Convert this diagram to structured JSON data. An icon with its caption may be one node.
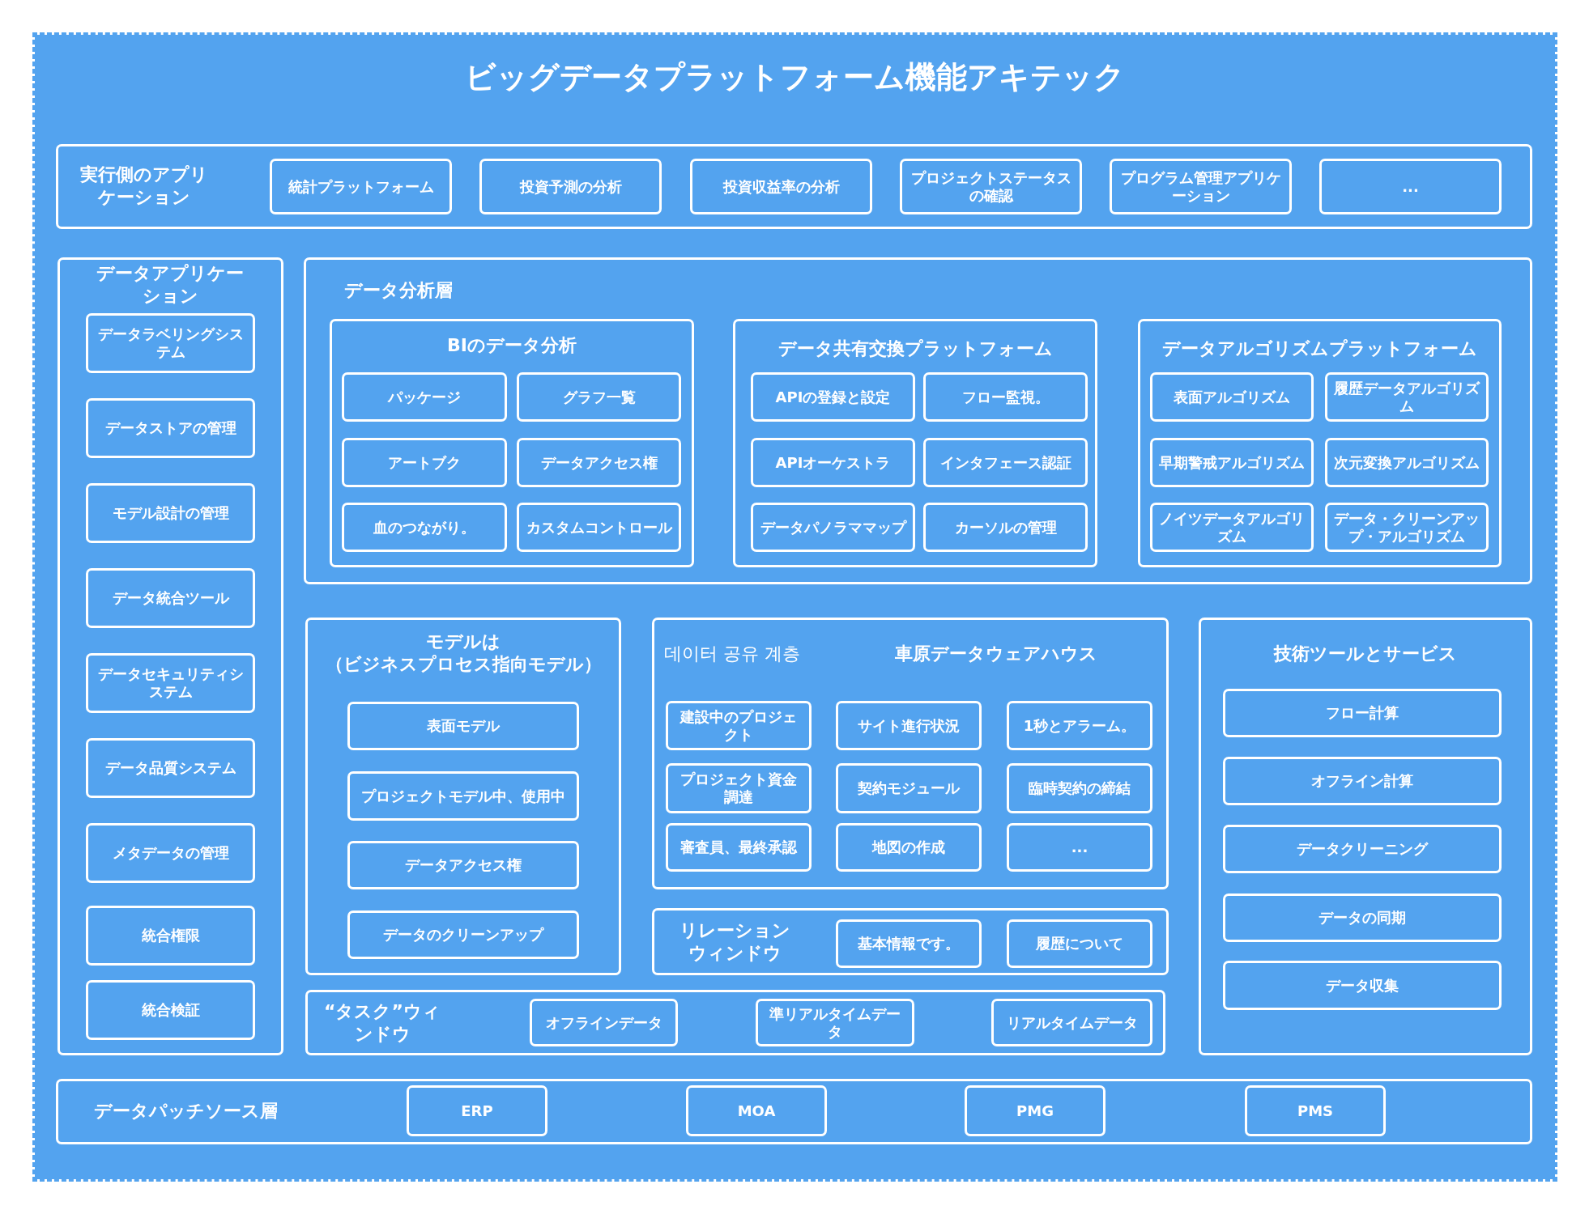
{
  "diagram": {
    "title": "ビッグデータプラットフォーム機能アキテック",
    "nodes": [
      {
        "text": [
          "実行側のアプリケーション"
        ]
      },
      {
        "text": [
          "統計プラットフォーム"
        ],
        "in": 0
      },
      {
        "text": [
          "投資予測の分析"
        ],
        "in": 0
      },
      {
        "text": [
          "投資収益率の分析"
        ],
        "in": 0
      },
      {
        "text": [
          "プロジェクトステータスの確認"
        ],
        "in": 0
      },
      {
        "text": [
          "プログラム管理アプリケーション"
        ],
        "in": 0
      },
      {
        "text": [
          "..."
        ],
        "in": 0
      },
      {
        "text": [
          "データアプリケーション"
        ]
      },
      {
        "text": [
          "データラベリングシステム"
        ],
        "in": 7
      },
      {
        "text": [
          "データストアの管理"
        ],
        "in": 7
      },
      {
        "text": [
          "モデル設計の管理"
        ],
        "in": 7
      },
      {
        "text": [
          "データ統合ツール"
        ],
        "in": 7
      },
      {
        "text": [
          "データセキュリティシステム"
        ],
        "in": 7
      },
      {
        "text": [
          "データ品質システム"
        ],
        "in": 7
      },
      {
        "text": [
          "メタデータの管理"
        ],
        "in": 7
      },
      {
        "text": [
          "統合権限"
        ],
        "in": 7
      },
      {
        "text": [
          "統合検証"
        ],
        "in": 7
      },
      {
        "text": [
          "データ分析層"
        ]
      },
      {
        "text": [
          "BIのデータ分析"
        ],
        "in": 17
      },
      {
        "text": [
          "パッケージ"
        ],
        "in": 18
      },
      {
        "text": [
          "グラフ一覧"
        ],
        "in": 18
      },
      {
        "text": [
          "アートブク"
        ],
        "in": 18
      },
      {
        "text": [
          "データアクセス権"
        ],
        "in": 18
      },
      {
        "text": [
          "血のつながり。"
        ],
        "in": 18
      },
      {
        "text": [
          "カスタムコントロール"
        ],
        "in": 18
      },
      {
        "text": [
          "データ共有交換プラットフォーム"
        ],
        "in": 17
      },
      {
        "text": [
          "APIの登録と設定"
        ],
        "in": 25
      },
      {
        "text": [
          "フロー監視。"
        ],
        "in": 25
      },
      {
        "text": [
          "APIオーケストラ"
        ],
        "in": 25
      },
      {
        "text": [
          "インタフェース認証"
        ],
        "in": 25
      },
      {
        "text": [
          "データパノラママップ"
        ],
        "in": 25
      },
      {
        "text": [
          "カーソルの管理"
        ],
        "in": 25
      },
      {
        "text": [
          "データアルゴリズムプラットフォーム"
        ],
        "in": 17
      },
      {
        "text": [
          "表面アルゴリズム"
        ],
        "in": 32
      },
      {
        "text": [
          "履歴データアルゴリズム"
        ],
        "in": 32
      },
      {
        "text": [
          "早期警戒アルゴリズム"
        ],
        "in": 32
      },
      {
        "text": [
          "次元変換アルゴリズム"
        ],
        "in": 32
      },
      {
        "text": [
          "ノイツデータアルゴリズム"
        ],
        "in": 32
      },
      {
        "text": [
          "データ・クリーンアップ・アルゴリズム"
        ],
        "in": 32
      },
      {
        "text": [
          "モデルは（ビジネスプロセス指向モデル）"
        ]
      },
      {
        "text": [
          "表面モデル"
        ],
        "in": 39
      },
      {
        "text": [
          "プロジェクトモデル中、使用中"
        ],
        "in": 39
      },
      {
        "text": [
          "データアクセス権"
        ],
        "in": 39
      },
      {
        "text": [
          "データのクリーンアップ"
        ],
        "in": 39
      },
      {
        "text": [
          "데이터 공유 계층",
          "車原データウェアハウス"
        ]
      },
      {
        "text": [
          "建設中のプロジェクト"
        ],
        "in": 44
      },
      {
        "text": [
          "サイト進行状況"
        ],
        "in": 44
      },
      {
        "text": [
          "1秒とアラーム。"
        ],
        "in": 44
      },
      {
        "text": [
          "プロジェクト資金調達"
        ],
        "in": 44
      },
      {
        "text": [
          "契約モジュール"
        ],
        "in": 44
      },
      {
        "text": [
          "臨時契約の締結"
        ],
        "in": 44
      },
      {
        "text": [
          "審査員、最終承認"
        ],
        "in": 44
      },
      {
        "text": [
          "地図の作成"
        ],
        "in": 44
      },
      {
        "text": [
          "..."
        ],
        "in": 44
      },
      {
        "text": [
          "技術ツールとサービス"
        ]
      },
      {
        "text": [
          "フロー計算"
        ],
        "in": 54
      },
      {
        "text": [
          "オフライン計算"
        ],
        "in": 54
      },
      {
        "text": [
          "データクリーニング"
        ],
        "in": 54
      },
      {
        "text": [
          "データの同期"
        ],
        "in": 54
      },
      {
        "text": [
          "データ収集"
        ],
        "in": 54
      },
      {
        "text": [
          "リレーションウィンドウ"
        ]
      },
      {
        "text": [
          "基本情報です。"
        ],
        "in": 60
      },
      {
        "text": [
          "履歴について"
        ],
        "in": 60
      },
      {
        "text": [
          "“タスク”ウィンドウ"
        ]
      },
      {
        "text": [
          "オフラインデータ"
        ],
        "in": 63
      },
      {
        "text": [
          "準リアルタイムデータ"
        ],
        "in": 63
      },
      {
        "text": [
          "リアルタイムデータ"
        ],
        "in": 63
      },
      {
        "text": [
          "データパッチソース層"
        ]
      },
      {
        "text": [
          "ERP"
        ],
        "in": 67
      },
      {
        "text": [
          "MOA"
        ],
        "in": 67
      },
      {
        "text": [
          "PMG"
        ],
        "in": 67
      },
      {
        "text": [
          "PMS"
        ],
        "in": 67
      }
    ]
  }
}
